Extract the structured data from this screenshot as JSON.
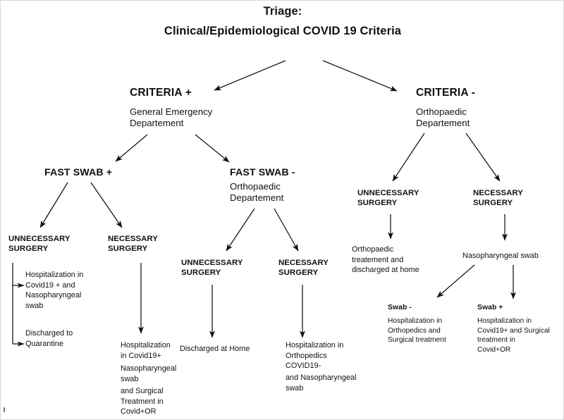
{
  "diagram": {
    "title_line1": "Triage:",
    "title_line2": "Clinical/Epidemiological  COVID 19 Criteria",
    "accent_color": "#000000",
    "background_color": "#ffffff"
  },
  "criteria_positive": {
    "header": "CRITERIA +",
    "sub": "General Emergency\nDepartement"
  },
  "criteria_negative": {
    "header": "CRITERIA -",
    "sub": "Orthopaedic\nDepartement"
  },
  "fast_swab_positive": {
    "header": "FAST SWAB +"
  },
  "fast_swab_negative": {
    "header": "FAST SWAB -",
    "sub": "Orthopaedic\nDepartement"
  },
  "branches": {
    "fsp_unnecessary": {
      "header": "UNNECESSARY\nSURGERY",
      "outcome_1": "Hospitalization in\nCovid19 + and\nNasopharyngeal\nswab",
      "outcome_2": "Discharged to\nQuarantine"
    },
    "fsp_necessary": {
      "header": "NECESSARY\nSURGERY",
      "outcome_part1": "Hospitalization\nin Covid19+",
      "outcome_part2": "Nasopharyngeal\nswab",
      "outcome_part3": "and Surgical\nTreatment  in\nCovid+OR"
    },
    "fsn_unnecessary": {
      "header": "UNNECESSARY\nSURGERY",
      "outcome": "Discharged at Home"
    },
    "fsn_necessary": {
      "header": "NECESSARY\nSURGERY",
      "outcome_part1": "Hospitalization in\nOrthopedics\nCOVID19-",
      "outcome_part2": "and Nasopharyngeal\nswab"
    },
    "cn_unnecessary": {
      "header": "UNNECESSARY\nSURGERY",
      "outcome": "Orthopaedic\ntreatement and\ndischarged at home"
    },
    "cn_necessary": {
      "header": "NECESSARY\nSURGERY",
      "outcome": "Nasopharyngeal swab",
      "swab_negative_label": "Swab -",
      "swab_negative_text": "Hospitalization in\nOrthopedics and\nSurgical treatment",
      "swab_positive_label": "Swab +",
      "swab_positive_text": "Hospitalization in\nCovid19+ and Surgical\ntreatment in\nCovid+OR"
    }
  }
}
